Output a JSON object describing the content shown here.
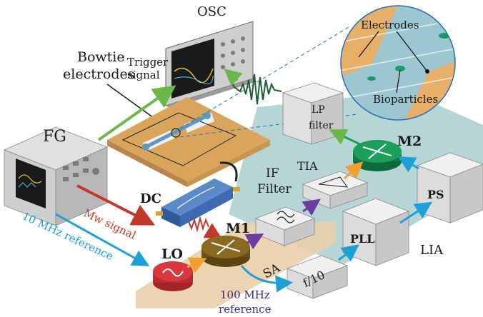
{
  "labels": {
    "osc": "OSC",
    "trigger_1": "Trigger",
    "trigger_2": "signal",
    "bowtie_1": "Bowtie",
    "bowtie_2": "electrodes",
    "fg": "FG",
    "electrodes": "Electrodes",
    "bioparticles": "Bioparticles",
    "lp_1": "LP",
    "lp_2": "filter",
    "m2": "M2",
    "if_1": "IF",
    "if_2": "Filter",
    "tia": "TIA",
    "dc": "DC",
    "mw_signal": "Mw signal",
    "m1": "M1",
    "ten_mhz": "10 MHz reference",
    "lo": "LO",
    "ps": "PS",
    "pll": "PLL",
    "lia": "LIA",
    "sa": "SA",
    "f10": "f/10",
    "hundred_1": "100 MHz",
    "hundred_2": "reference"
  },
  "colors": {
    "green_arrow": "#6ab84a",
    "red_arrow": "#c0392b",
    "blue_arrow": "#1e9fd8",
    "purple_arrow": "#6a3da0",
    "orange_arrow": "#f0a030",
    "signal_wave": "#1f5a30",
    "platform_teal": "#a9cfcf",
    "platform_tan": "#e8cfa8",
    "chip_gold": "#d9a55a",
    "mixer_green": "#1aa05a",
    "mixer_brown": "#8a6a20",
    "lo_red": "#d8383e",
    "box_gray": "#d8d8d8"
  }
}
